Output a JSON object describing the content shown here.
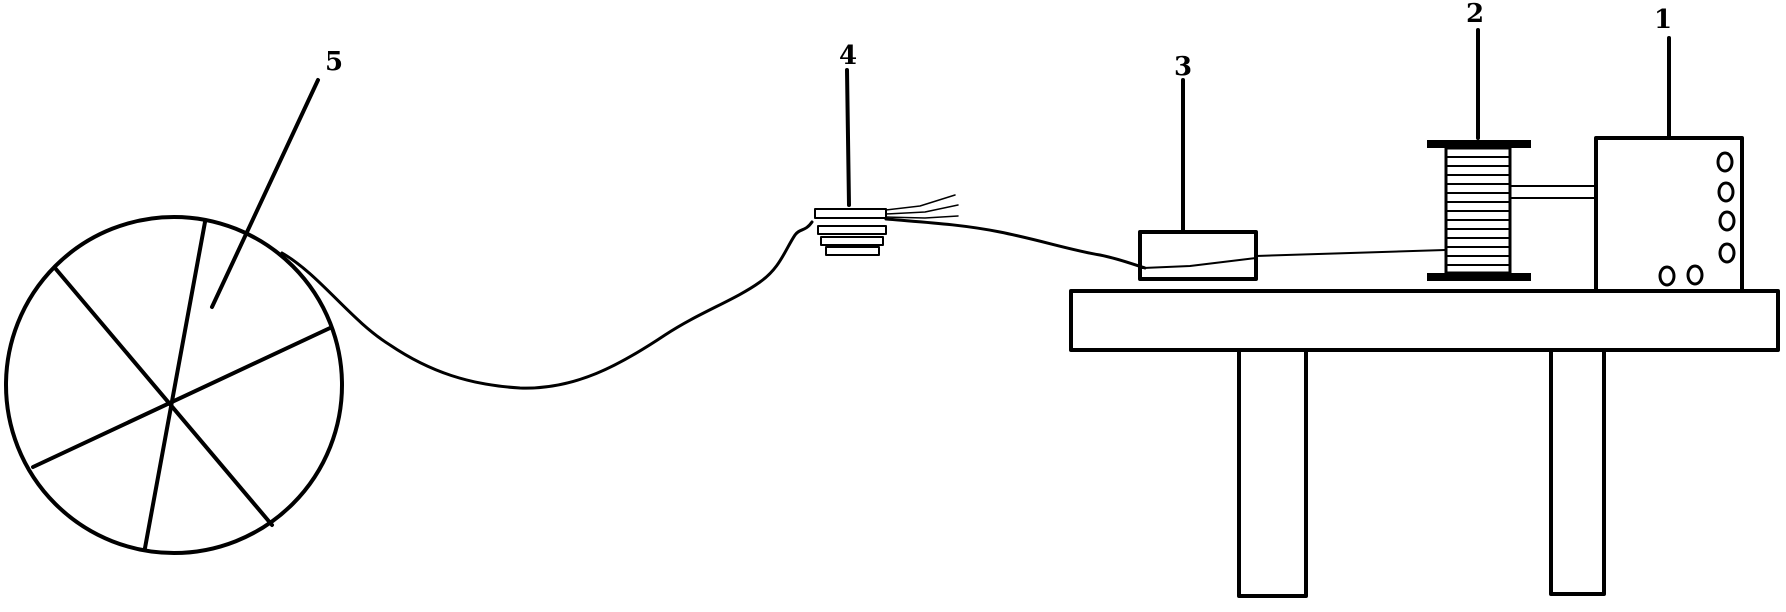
{
  "labels": {
    "part1": "1",
    "part2": "2",
    "part3": "3",
    "part4": "4",
    "part5": "5"
  },
  "colors": {
    "line": "#000000",
    "background": "#ffffff"
  }
}
